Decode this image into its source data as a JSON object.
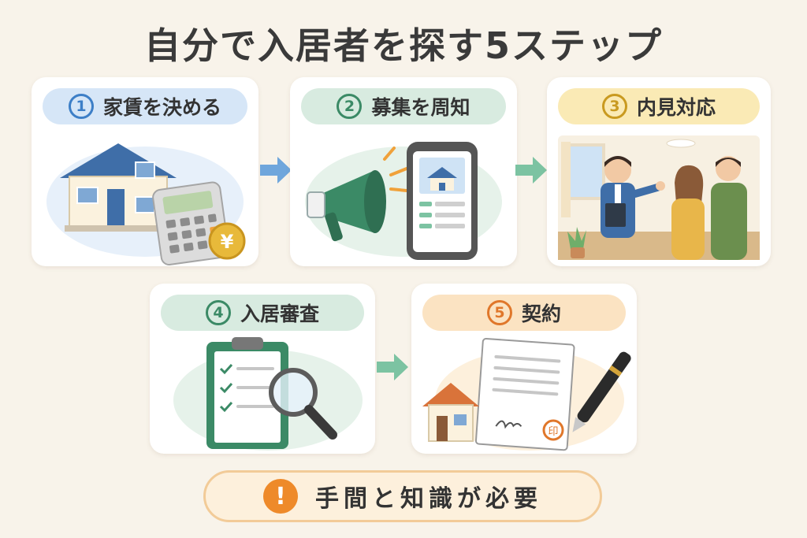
{
  "title": "自分で入居者を探す5ステップ",
  "steps": [
    {
      "num": "1",
      "label": "家賃を決める",
      "pill_color": "#d6e6f7",
      "num_color": "#3d7fc7"
    },
    {
      "num": "2",
      "label": "募集を周知",
      "pill_color": "#d8ebe0",
      "num_color": "#3b8a66"
    },
    {
      "num": "3",
      "label": "内見対応",
      "pill_color": "#faeab5",
      "num_color": "#c99a20"
    },
    {
      "num": "4",
      "label": "入居審査",
      "pill_color": "#d8ebe0",
      "num_color": "#3b8a66"
    },
    {
      "num": "5",
      "label": "契約",
      "pill_color": "#fbe3c2",
      "num_color": "#e0772a"
    }
  ],
  "icons": {
    "step1": [
      "house-icon",
      "calculator-icon",
      "yen-coin-icon"
    ],
    "step2": [
      "megaphone-icon",
      "smartphone-listing-icon"
    ],
    "step3": [
      "agent-showing-room-icon"
    ],
    "step4": [
      "checklist-clipboard-icon",
      "magnifier-icon"
    ],
    "step5": [
      "house-icon",
      "contract-document-icon",
      "pen-icon",
      "seal-stamp-icon"
    ]
  },
  "yen_symbol": "¥",
  "seal_char": "印",
  "warning": {
    "icon": "!",
    "text": "手間と知識が必要"
  },
  "colors": {
    "arrow_blue": "#6fa6dc",
    "arrow_green": "#7cc3a2",
    "warn_orange": "#ee8a2a"
  }
}
